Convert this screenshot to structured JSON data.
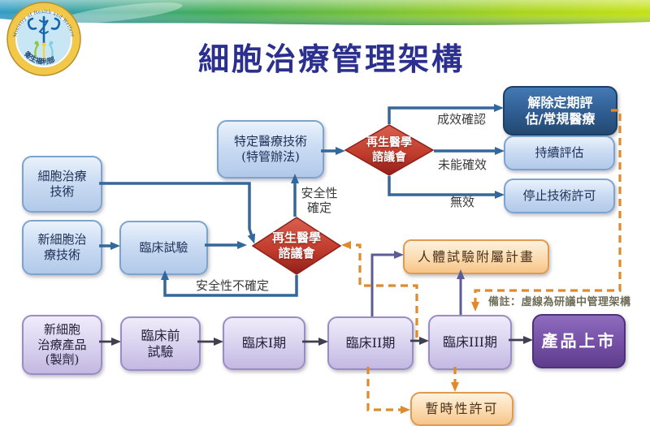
{
  "header": {
    "title": "細胞治療管理架構",
    "logo": {
      "arc_text_en": "Ministry of Health and Welfare",
      "arc_text_zh": "衛生福利部"
    }
  },
  "nodes": {
    "cell_therapy_tech": "細胞治療\n技術",
    "new_cell_therapy_tech": "新細胞治\n療技術",
    "clinical_trial": "臨床試驗",
    "special_medical_tech": "特定醫療技術\n(特管辦法)",
    "regen_committee_upper": "再生醫學\n諮議會",
    "regen_committee_lower": "再生醫學\n諮議會",
    "release_periodic_eval": "解除定期評\n估/常規醫療",
    "continuous_eval": "持續評估",
    "stop_tech_permit": "停止技術許可",
    "new_cell_product": "新細胞\n治療產品\n(製劑)",
    "preclinical_trial": "臨床前\n試驗",
    "phase_1": "臨床I期",
    "phase_2": "臨床II期",
    "phase_3": "臨床III期",
    "product_launch": "產品上市",
    "human_trial_adjunct_program": "人體試驗附屬計畫",
    "temporary_permit": "暫時性許可"
  },
  "edge_labels": {
    "efficacy_confirmed": "成效確認",
    "efficacy_not_confirmed": "未能確效",
    "ineffective": "無效",
    "safety_confirmed": "安全性\n確定",
    "safety_uncertain": "安全性不確定"
  },
  "note": "備註：虛線為研議中管理架構",
  "colors": {
    "solid_arrow": "#34679a",
    "chain_arrow": "#3f3f4f",
    "purple_arrow": "#5d5d96",
    "dashed_arrow": "#df8a2d",
    "diamond_fill": "#bf3a2b",
    "dark_box": "#2d5a8e",
    "dark_purple_box": "#744fa5",
    "title_color": "#2b2f8e"
  }
}
